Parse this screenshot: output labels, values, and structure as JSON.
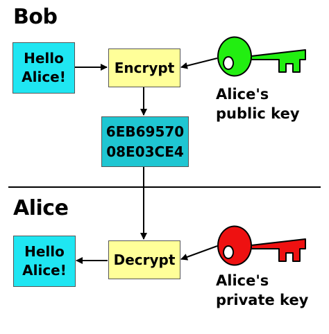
{
  "bob": {
    "title": "Bob",
    "message": "Hello\nAlice!",
    "process": "Encrypt",
    "key_label": "Alice's\npublic key",
    "key_color": "#22ee11"
  },
  "ciphertext": "6EB69570\n08E03CE4",
  "alice": {
    "title": "Alice",
    "message": "Hello\nAlice!",
    "process": "Decrypt",
    "key_label": "Alice's\nprivate key",
    "key_color": "#ee1111"
  },
  "colors": {
    "message_box": "#1fe6f2",
    "process_box": "#ffff99",
    "cipher_box": "#1fc6d2"
  }
}
